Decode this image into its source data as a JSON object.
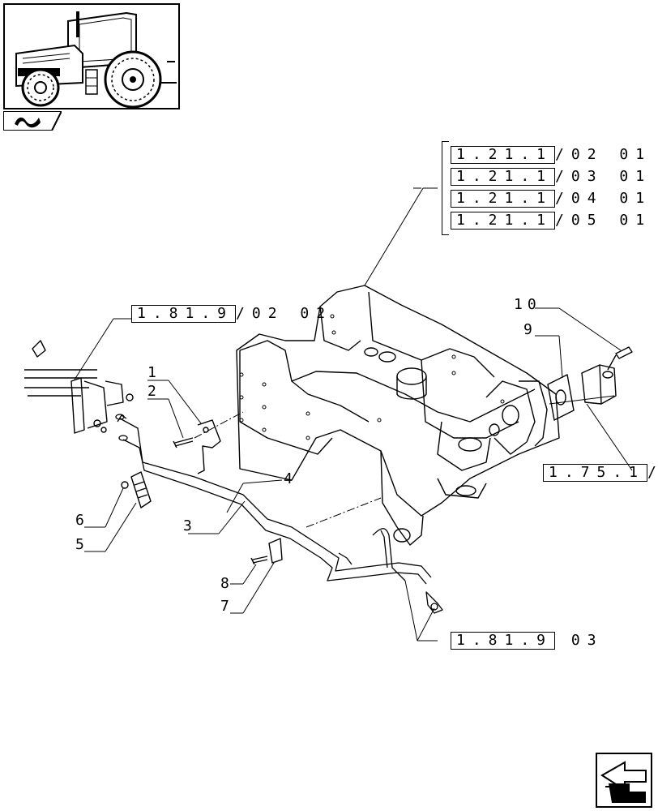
{
  "references": {
    "group_top": [
      "1.21.1",
      "1.21.1",
      "1.21.1",
      "1.21.1"
    ],
    "group_top_suffix": [
      "/02  01",
      "/03  01",
      "/04  01",
      "/05  01"
    ],
    "left_ref": "1.81.9",
    "left_ref_suffix": "/02  02",
    "right_ref": "1.75.1",
    "right_ref_suffix": "/",
    "bottom_ref": "1.81.9",
    "bottom_ref_suffix": " 03"
  },
  "callouts": [
    "1",
    "2",
    "3",
    "4",
    "5",
    "6",
    "7",
    "8",
    "9",
    "10"
  ],
  "icons": {
    "thumbnail": "tractor-thumbnail",
    "tab": "section-tab-icon",
    "navigation": "next-page-arrow-icon"
  }
}
